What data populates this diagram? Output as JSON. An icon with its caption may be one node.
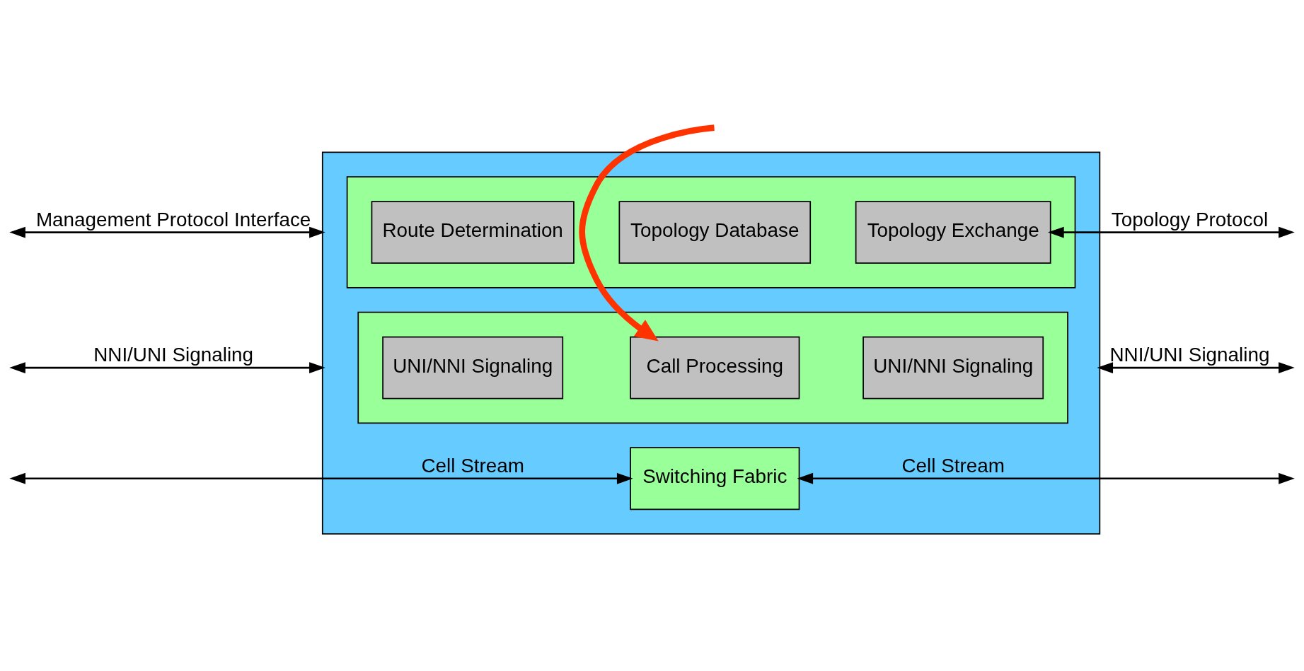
{
  "diagram": {
    "nodes": [
      {
        "text": [],
        "shape": "box"
      },
      {
        "text": [],
        "shape": "box",
        "in": 0
      },
      {
        "text": [
          "Route Determination"
        ],
        "in": 1
      },
      {
        "text": [
          "Topology Database"
        ],
        "in": 1
      },
      {
        "text": [
          "Topology Exchange"
        ],
        "in": 1
      },
      {
        "text": [],
        "shape": "box",
        "in": 0
      },
      {
        "text": [
          "UNI/NNI Signaling"
        ],
        "in": 5
      },
      {
        "text": [
          "Call Processing"
        ],
        "in": 5
      },
      {
        "text": [
          "UNI/NNI Signaling"
        ],
        "in": 5
      },
      {
        "text": [
          "Switching Fabric"
        ],
        "in": 0
      }
    ],
    "edges": [
      {
        "from": null,
        "to": 0,
        "arrow": "both",
        "label": "Management Protocol Interface"
      },
      {
        "from": 4,
        "to": null,
        "arrow": "both",
        "label": "Topology Protocol"
      },
      {
        "from": null,
        "to": 0,
        "arrow": "both",
        "label": "NNI/UNI Signaling"
      },
      {
        "from": 0,
        "to": null,
        "arrow": "both",
        "label": "NNI/UNI Signaling"
      },
      {
        "from": null,
        "to": 9,
        "arrow": "both",
        "label": "Cell Stream"
      },
      {
        "from": 9,
        "to": null,
        "arrow": "both",
        "label": "Cell Stream"
      },
      {
        "from": null,
        "to": 7,
        "arrow": "to",
        "style": "thick",
        "color": "#ff3300"
      }
    ]
  }
}
